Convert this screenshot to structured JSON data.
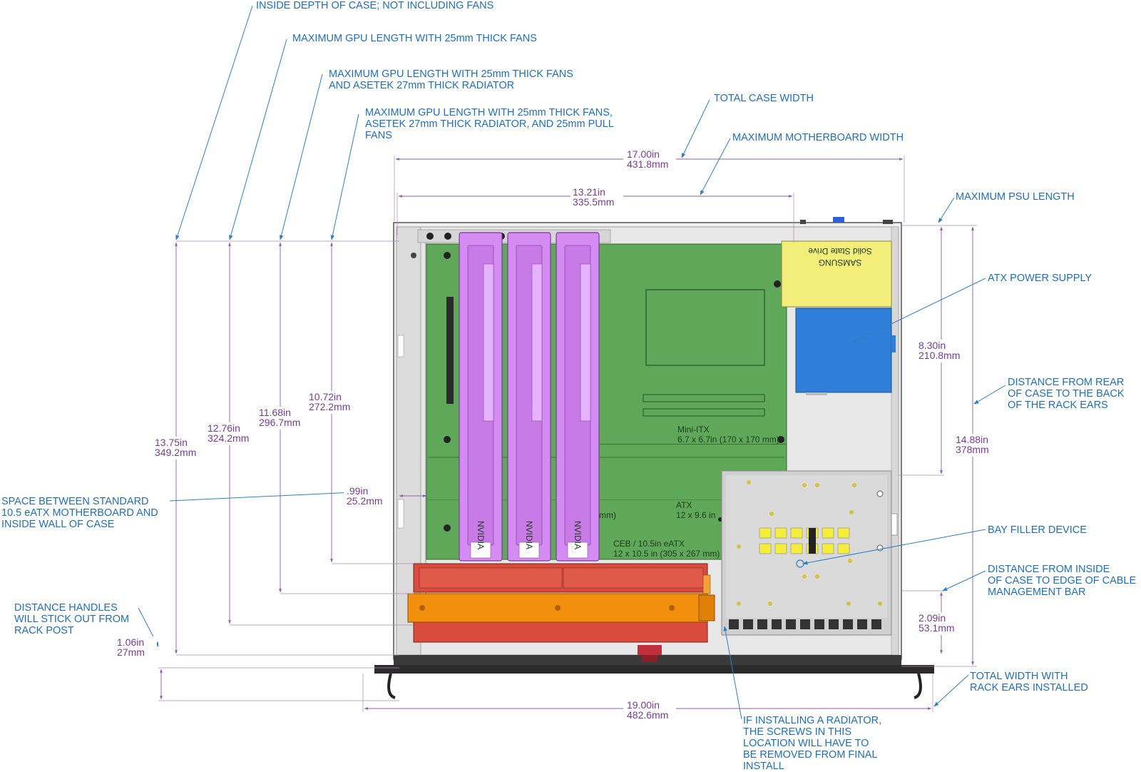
{
  "callouts": {
    "inside_depth": "INSIDE DEPTH OF CASE; NOT INCLUDING FANS",
    "gpu_len_25": "MAXIMUM GPU LENGTH WITH 25mm THICK FANS",
    "gpu_len_radiator": [
      "MAXIMUM GPU LENGTH WITH 25mm THICK FANS",
      "AND ASETEK 27mm THICK RADIATOR"
    ],
    "gpu_len_pull": [
      "MAXIMUM GPU LENGTH WITH 25mm THICK FANS,",
      "ASETEK 27mm THICK RADIATOR, AND 25mm PULL",
      "FANS"
    ],
    "total_case_width": "TOTAL CASE WIDTH",
    "max_mb_width": "MAXIMUM MOTHERBOARD WIDTH",
    "max_psu_length": "MAXIMUM PSU LENGTH",
    "atx_power_supply": "ATX POWER SUPPLY",
    "rear_to_ears": [
      "DISTANCE FROM REAR",
      "OF CASE TO THE BACK",
      "OF THE RACK EARS"
    ],
    "space_standard": [
      "SPACE BETWEEN STANDARD",
      "10.5 eATX MOTHERBOARD AND",
      "INSIDE WALL OF CASE"
    ],
    "bay_filler": "BAY FILLER DEVICE",
    "cable_bar": [
      "DISTANCE FROM INSIDE",
      "OF CASE TO EDGE OF CABLE",
      "MANAGEMENT BAR"
    ],
    "handles": [
      "DISTANCE HANDLES",
      "WILL STICK OUT FROM",
      "RACK POST"
    ],
    "total_width_ears": [
      "TOTAL WIDTH WITH",
      "RACK EARS INSTALLED"
    ],
    "radiator_screws": [
      "IF INSTALLING A RADIATOR,",
      "THE SCREWS IN THIS",
      "LOCATION WILL HAVE TO",
      "BE REMOVED FROM FINAL",
      "INSTALL"
    ]
  },
  "dimensions": {
    "total_case_width": [
      "17.00in",
      "431.8mm"
    ],
    "max_mb_width": [
      "13.21in",
      "335.5mm"
    ],
    "psu_length": [
      "8.30in",
      "210.8mm"
    ],
    "rear_to_ears": [
      "14.88in",
      "378mm"
    ],
    "inside_depth": [
      "13.75in",
      "349.2mm"
    ],
    "gpu_len_25": [
      "12.76in",
      "324.2mm"
    ],
    "gpu_len_radiator": [
      "11.68in",
      "296.7mm"
    ],
    "gpu_len_pull": [
      "10.72in",
      "272.2mm"
    ],
    "mb_gap": [
      ".99in",
      "25.2mm"
    ],
    "cable_bar": [
      "2.09in",
      "53.1mm"
    ],
    "handles": [
      "1.06in",
      "27mm"
    ],
    "total_width_ears": [
      "19.00in",
      "482.6mm"
    ]
  },
  "board_labels": {
    "mini_itx": [
      "Mini-ITX",
      "6.7 x 6.7in (170 x 170 mm)"
    ],
    "atx": [
      "ATX",
      "12 x 9.6 in"
    ],
    "ceb": [
      "CEB / 10.5in eATX",
      "12 x 10.5 in (305 x 267 mm)"
    ],
    "atx_partial": "mm)",
    "ssd_brand": "SAMSUNG",
    "ssd_sub": "Solid State Drive",
    "gpu_brand": "NVIDIA"
  },
  "colors": {
    "callout": "#1f6fb8",
    "dimension": "#7a3a96",
    "motherboard": "#5fa85a",
    "gpu": "#d58cf2",
    "fan": "#d94b3c",
    "radiator": "#f2900d",
    "psu": "#2f7fd9",
    "ssd": "#f4ee7a",
    "case": "#e6e6e6"
  }
}
